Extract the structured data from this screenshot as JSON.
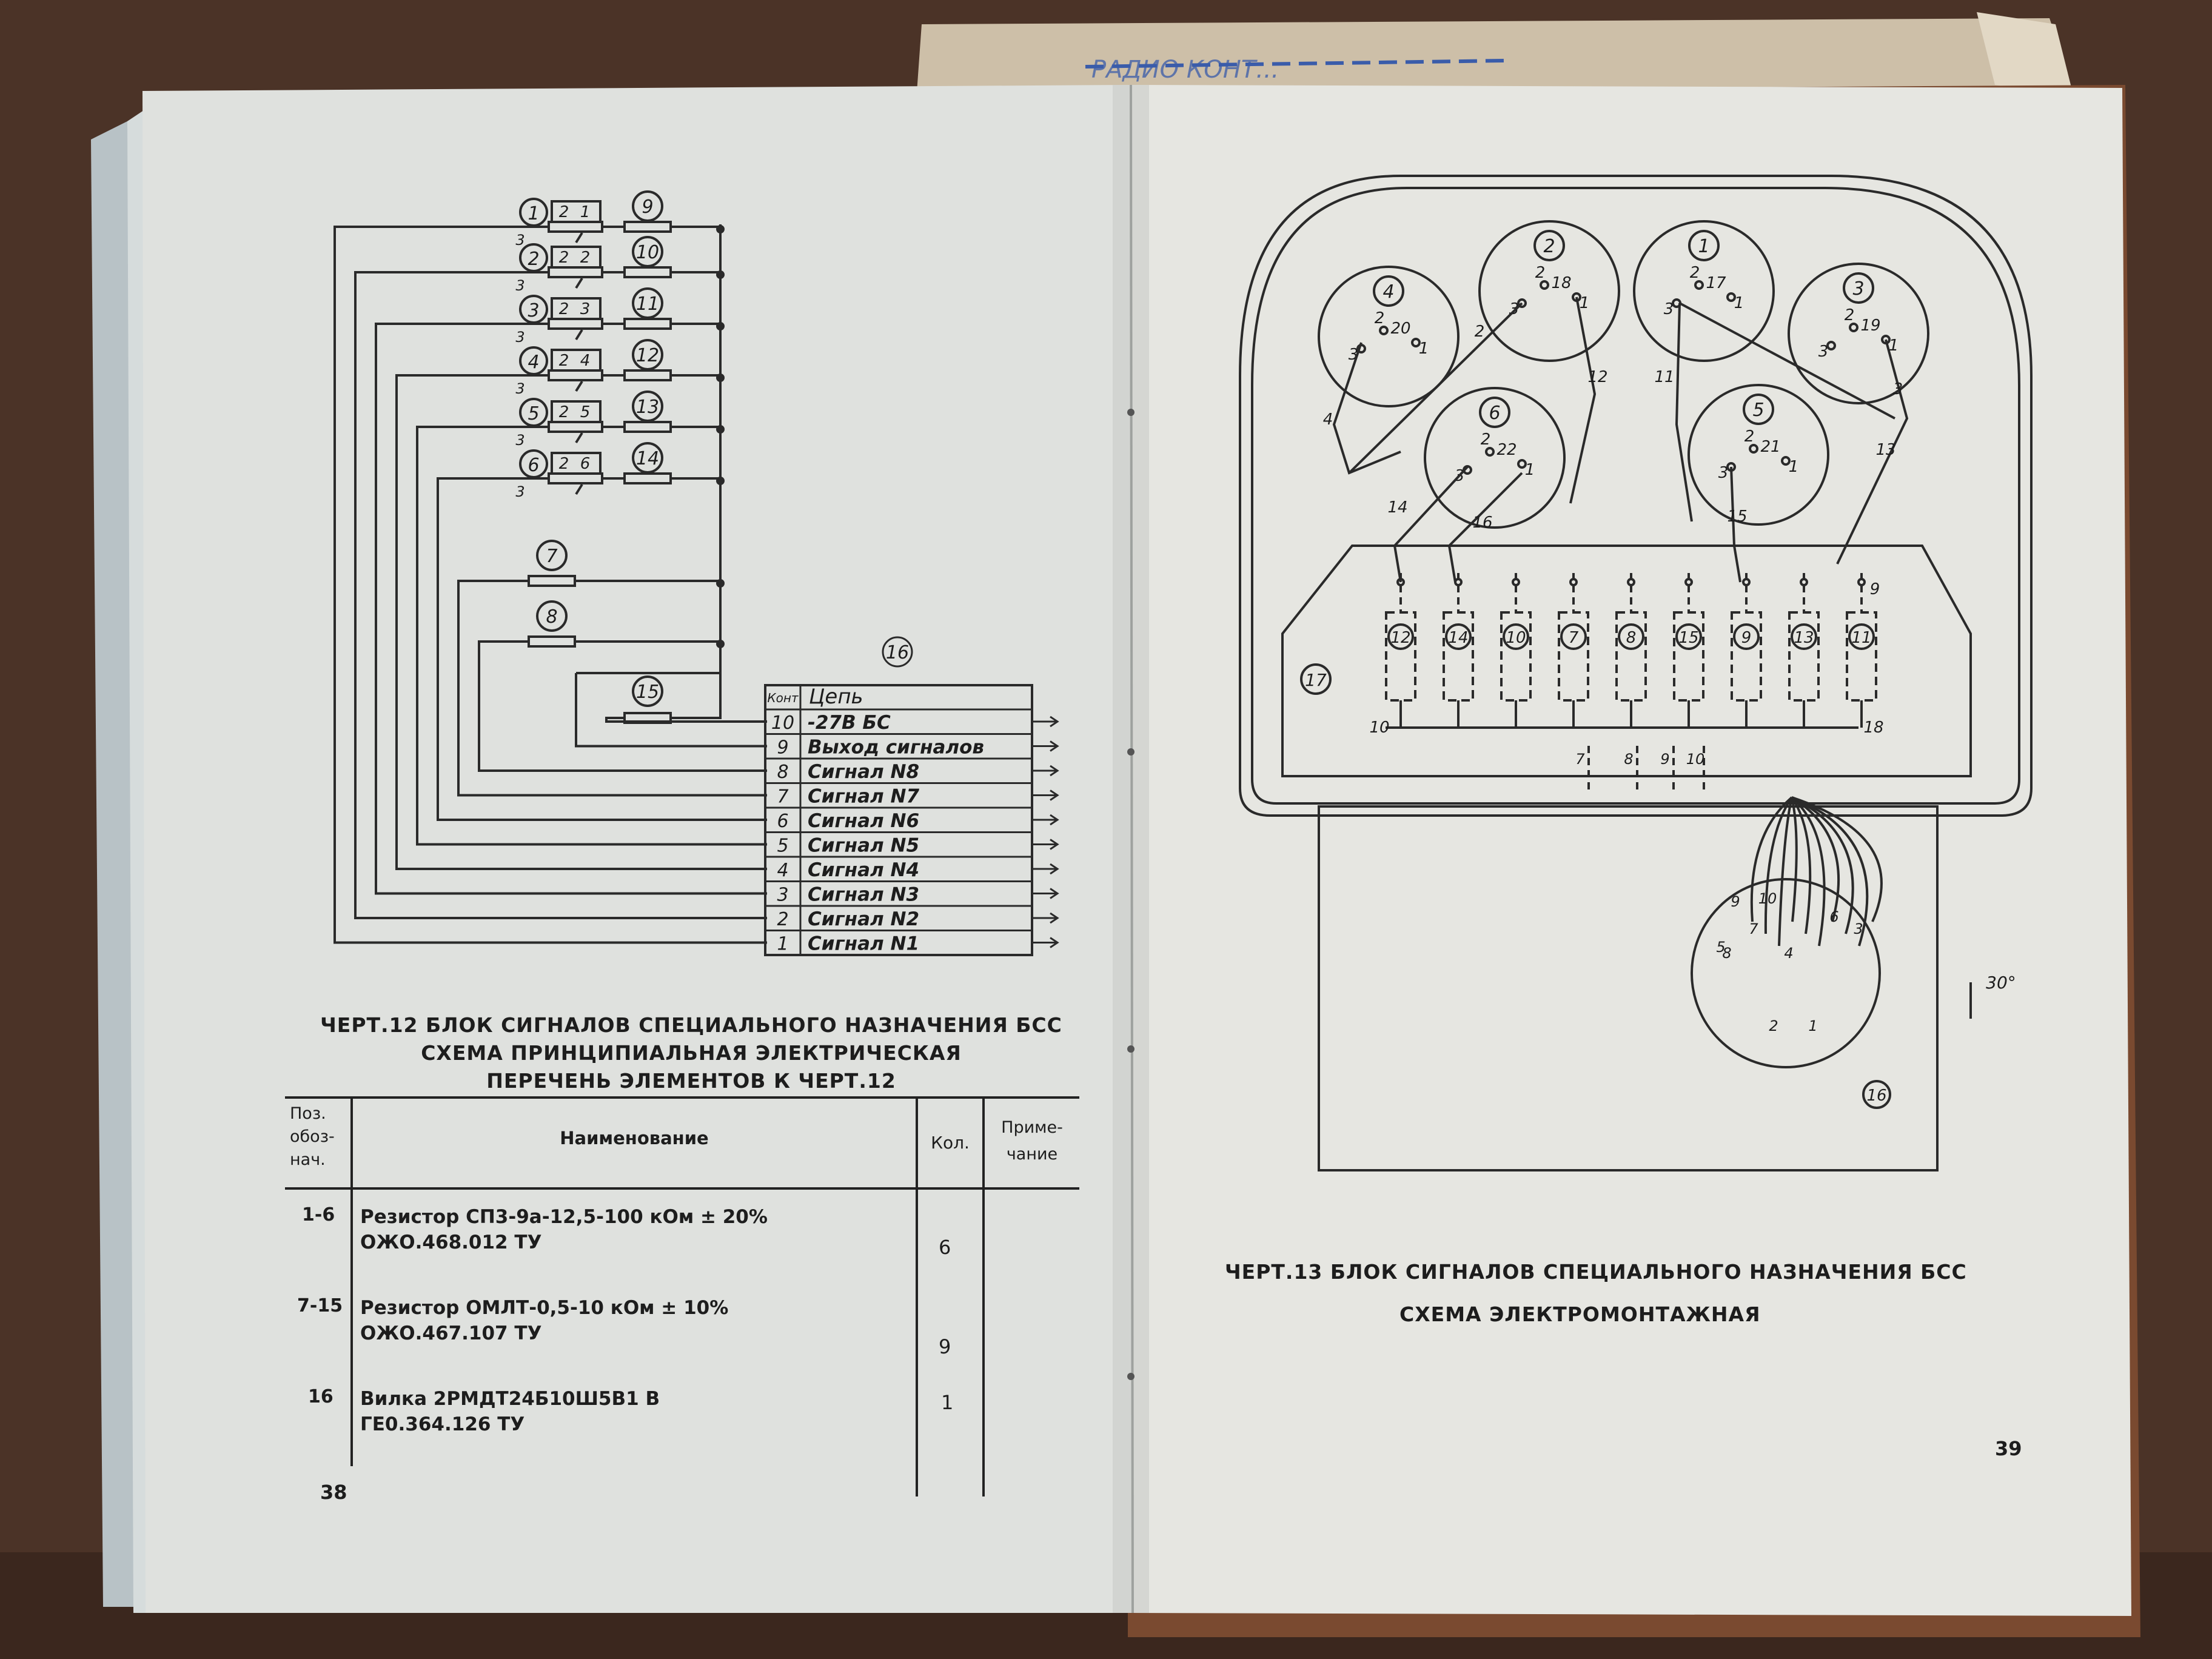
{
  "envelope_scrawl": "РАДИО КОНТ...",
  "left_page": {
    "page_number": "38",
    "schematic": {
      "variable_resistors": [
        {
          "num": "1",
          "pin_a": "2",
          "pin_b": "1",
          "pin_c": "3"
        },
        {
          "num": "2",
          "pin_a": "2",
          "pin_b": "2",
          "pin_c": "3"
        },
        {
          "num": "3",
          "pin_a": "2",
          "pin_b": "3",
          "pin_c": "3"
        },
        {
          "num": "4",
          "pin_a": "2",
          "pin_b": "4",
          "pin_c": "3"
        },
        {
          "num": "5",
          "pin_a": "2",
          "pin_b": "5",
          "pin_c": "3"
        },
        {
          "num": "6",
          "pin_a": "2",
          "pin_b": "6",
          "pin_c": "3"
        }
      ],
      "fixed_resistors_right": [
        "9",
        "10",
        "11",
        "12",
        "13",
        "14"
      ],
      "fixed_resistors_lower": [
        "7",
        "8",
        "15"
      ],
      "connector_label": "16",
      "connector_head": {
        "contact": "Конт",
        "circuit": "Цепь"
      },
      "connector_rows": [
        {
          "contact": "10",
          "circuit": "-27В БС"
        },
        {
          "contact": "9",
          "circuit": "Выход сигналов"
        },
        {
          "contact": "8",
          "circuit": "Сигнал N8"
        },
        {
          "contact": "7",
          "circuit": "Сигнал N7"
        },
        {
          "contact": "6",
          "circuit": "Сигнал N6"
        },
        {
          "contact": "5",
          "circuit": "Сигнал N5"
        },
        {
          "contact": "4",
          "circuit": "Сигнал N4"
        },
        {
          "contact": "3",
          "circuit": "Сигнал N3"
        },
        {
          "contact": "2",
          "circuit": "Сигнал N2"
        },
        {
          "contact": "1",
          "circuit": "Сигнал N1"
        }
      ]
    },
    "caption_line1": "ЧЕРТ.12 БЛОК СИГНАЛОВ СПЕЦИАЛЬНОГО НАЗНАЧЕНИЯ БСС",
    "caption_line2": "СХЕМА ПРИНЦИПИАЛЬНАЯ ЭЛЕКТРИЧЕСКАЯ",
    "caption_line3": "ПЕРЕЧЕНЬ ЭЛЕМЕНТОВ К ЧЕРТ.12",
    "table": {
      "headers": {
        "pos_1": "Поз.",
        "pos_2": "обоз-",
        "pos_3": "нач.",
        "name": "Наименование",
        "qty": "Кол.",
        "note_1": "Приме-",
        "note_2": "чание"
      },
      "rows": [
        {
          "pos": "1-6",
          "name_1": "Резистор СП3-9а-12,5-100 кОм ± 20%",
          "name_2": "ОЖО.468.012 ТУ",
          "qty": "6"
        },
        {
          "pos": "7-15",
          "name_1": "Резистор ОМЛТ-0,5-10 кОм ± 10%",
          "name_2": "ОЖО.467.107 ТУ",
          "qty": "9"
        },
        {
          "pos": "16",
          "name_1": "Вилка 2РМДТ24Б10Ш5В1 В",
          "name_2": "ГЕ0.364.126 ТУ",
          "qty": "1"
        }
      ]
    }
  },
  "right_page": {
    "page_number": "39",
    "caption_line1": "ЧЕРТ.13 БЛОК СИГНАЛОВ СПЕЦИАЛЬНОГО НАЗНАЧЕНИЯ БСС",
    "caption_line2": "СХЕМА ЭЛЕКТРОМОНТАЖНАЯ",
    "pots": [
      {
        "num": "4",
        "pins": [
          "2",
          "20",
          "3",
          "1"
        ]
      },
      {
        "num": "2",
        "pins": [
          "2",
          "18",
          "3",
          "1"
        ]
      },
      {
        "num": "1",
        "pins": [
          "2",
          "17",
          "3",
          "1"
        ]
      },
      {
        "num": "3",
        "pins": [
          "2",
          "19",
          "3",
          "1"
        ]
      },
      {
        "num": "6",
        "pins": [
          "2",
          "22",
          "3",
          "1"
        ]
      },
      {
        "num": "5",
        "pins": [
          "2",
          "21",
          "3",
          "1"
        ]
      }
    ],
    "wire_labels": [
      "4",
      "2",
      "12",
      "11",
      "3",
      "13",
      "14",
      "16",
      "15"
    ],
    "board_label": "17",
    "board_resistors": [
      "12",
      "14",
      "10",
      "7",
      "8",
      "15",
      "9",
      "13",
      "11"
    ],
    "board_bus_left": "10",
    "board_bus_right": "18",
    "board_top_right_pin": "9",
    "bottom_wires": [
      "7",
      "8",
      "9",
      "10"
    ],
    "connector_label": "16",
    "connector_pins": [
      "9",
      "10",
      "7",
      "8",
      "6",
      "5",
      "4",
      "3",
      "2",
      "1"
    ],
    "angle_label": "30°"
  }
}
